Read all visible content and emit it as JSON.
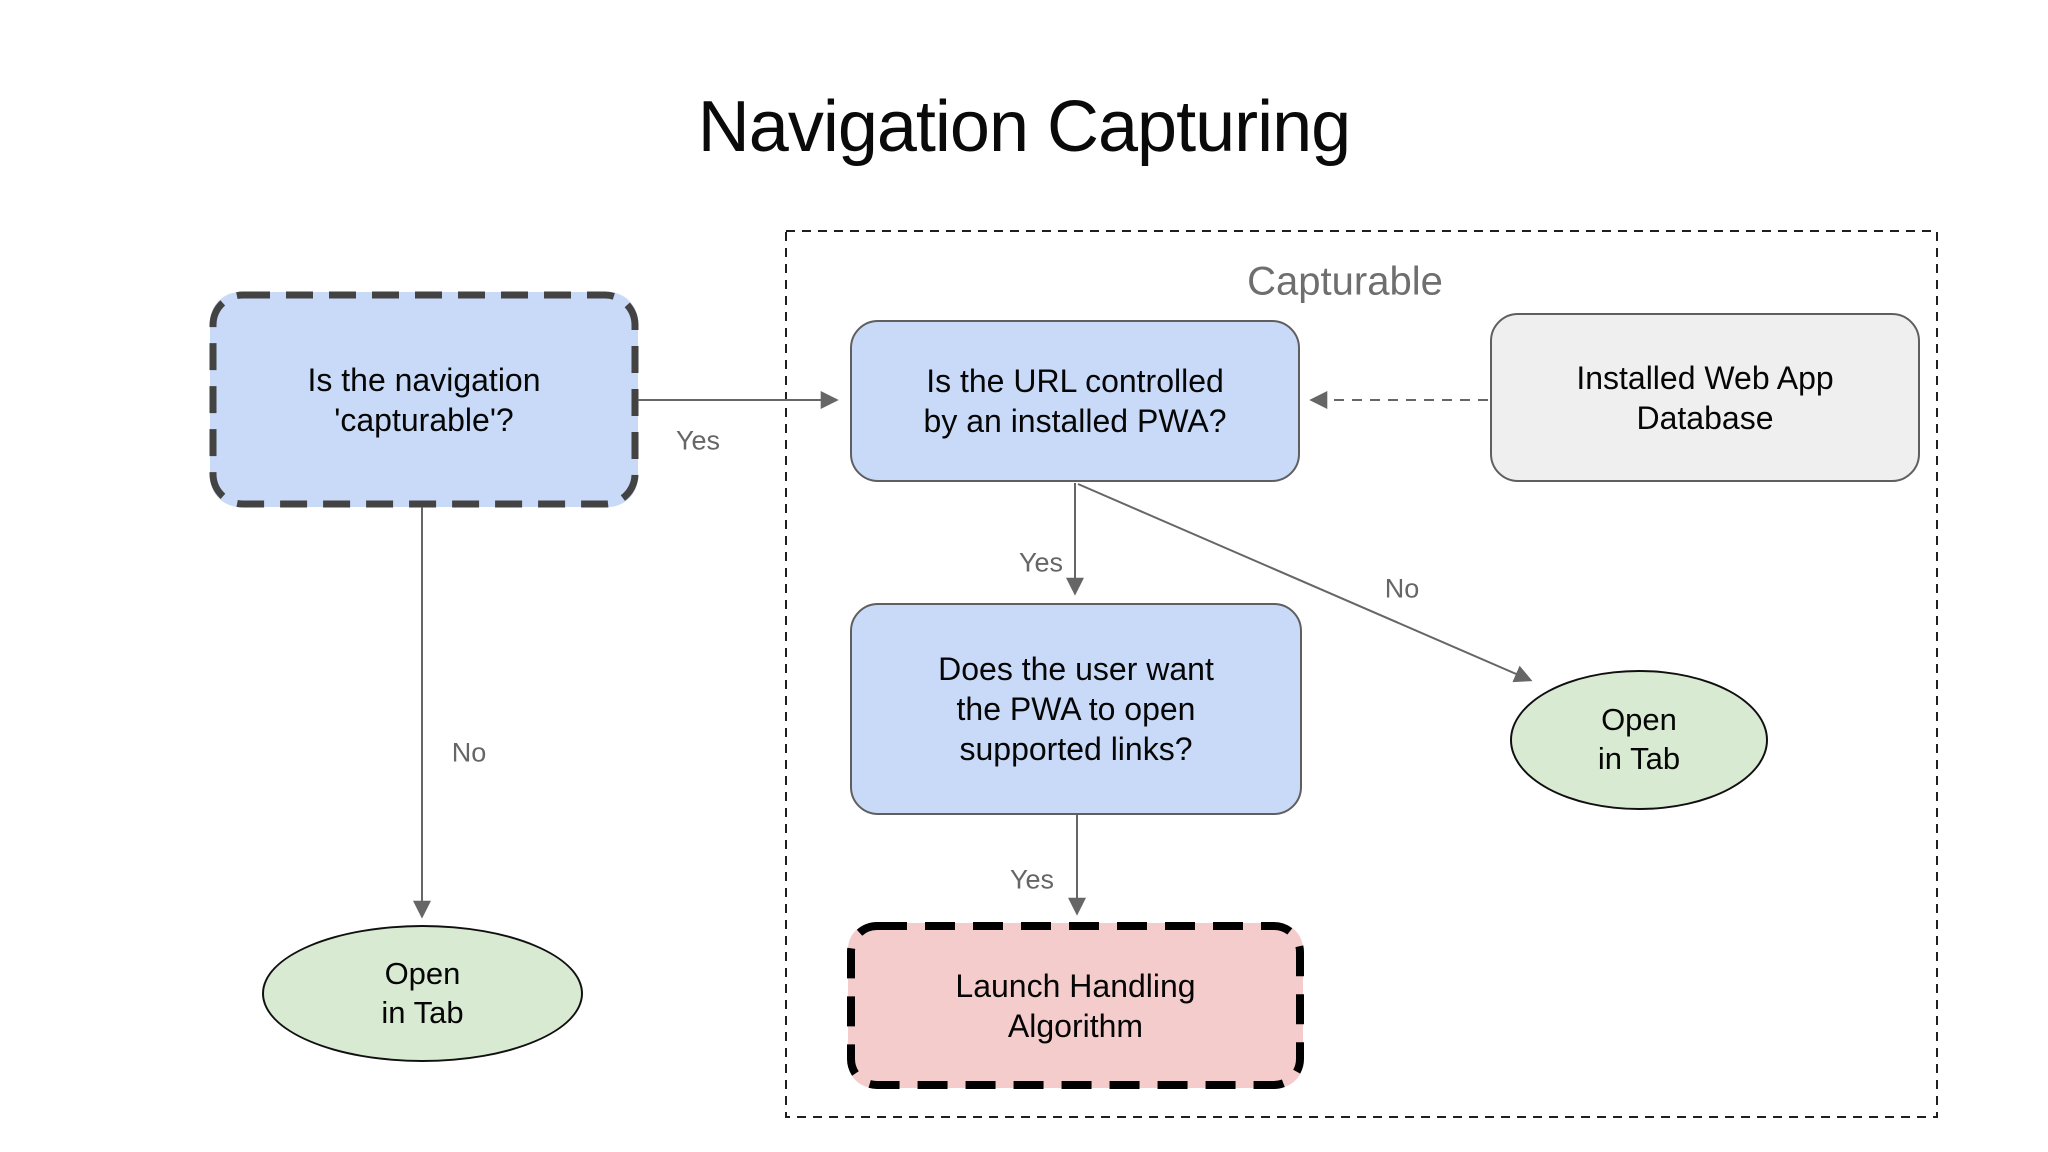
{
  "title": "Navigation Capturing",
  "container": {
    "label": "Capturable"
  },
  "nodes": {
    "capturable_question": {
      "text": "Is the navigation\n'capturable'?"
    },
    "url_controlled": {
      "text": "Is the URL controlled\nby an installed PWA?"
    },
    "database": {
      "text": "Installed Web App\nDatabase"
    },
    "user_want": {
      "text": "Does the user want\nthe PWA to open\nsupported links?"
    },
    "launch_handling": {
      "text": "Launch Handling\nAlgorithm"
    },
    "open_tab_left": {
      "text": "Open\nin Tab"
    },
    "open_tab_right": {
      "text": "Open\nin Tab"
    }
  },
  "edge_labels": {
    "yes_to_url": "Yes",
    "no_to_left_tab": "No",
    "yes_to_user_want": "Yes",
    "no_to_right_tab": "No",
    "yes_to_launch": "Yes"
  },
  "colors": {
    "node_blue": "#c9daf8",
    "node_green": "#d9ead3",
    "node_red": "#f4cccc",
    "node_gray": "#efefef",
    "edge_gray": "#666666",
    "label_gray": "#666666",
    "container_label_gray": "#6e6e6e",
    "dashed_box_border": "#434343",
    "launch_box_border": "#000000"
  }
}
